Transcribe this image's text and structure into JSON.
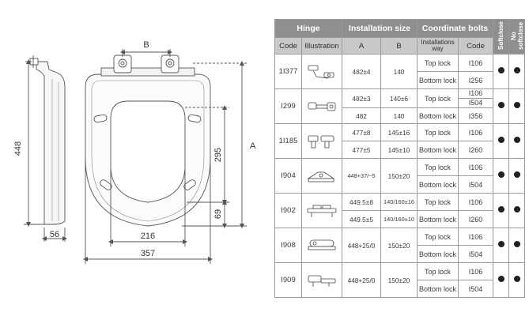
{
  "drawing": {
    "dim_b": "B",
    "dim_a": "A",
    "height_448": "448",
    "thickness_56": "56",
    "dim_295": "295",
    "dim_69": "69",
    "dim_216": "216",
    "dim_357": "357"
  },
  "table": {
    "header": {
      "hinge": "Hinge",
      "installation_size": "Installation size",
      "coordinate_bolts": "Coordinate bolts",
      "softclose": "Softclose",
      "no_softclose": "No softclose",
      "code": "Code",
      "illustration": "Illustration",
      "a": "A",
      "b": "B",
      "installations_way": "Installations way",
      "bolt_code": "Code"
    },
    "rows": [
      {
        "code": "1I377",
        "a1": "482±4",
        "a2": "",
        "b1": "140",
        "b2": "",
        "way1": "Top lock",
        "way2": "Bottom lock",
        "bcode1": "I106",
        "bcode2": "I256"
      },
      {
        "code": "I299",
        "a1": "482±3",
        "a2": "482",
        "b1": "140±6",
        "b2": "140",
        "way1": "Top lock",
        "way2": "Bottom lock",
        "bcode1": "I106",
        "bcode2a": "I504",
        "bcode2b": "I356"
      },
      {
        "code": "1I185",
        "a1": "477±8",
        "a2": "477±5",
        "b1": "145±16",
        "b2": "145±10",
        "way1": "Top lock",
        "way2": "Bottom lock",
        "bcode1": "I106",
        "bcode2": "I260"
      },
      {
        "code": "I904",
        "a1": "448+37/−5",
        "a2": "",
        "b1": "150±20",
        "b2": "",
        "way1": "Top lock",
        "way2": "Bottom lock",
        "bcode1": "I106",
        "bcode2": "I504"
      },
      {
        "code": "I902",
        "a1": "449.5±8",
        "a2": "449.5±5",
        "b1": "140/160±16",
        "b2": "140/160±10",
        "way1": "Top lock",
        "way2": "Bottom lock",
        "bcode1": "I106",
        "bcode2": "I260"
      },
      {
        "code": "I908",
        "a1": "448+25/0",
        "a2": "",
        "b1": "150±20",
        "b2": "",
        "way1": "Top lock",
        "way2": "Bottom lock",
        "bcode1": "I106",
        "bcode2": "I504"
      },
      {
        "code": "I909",
        "a1": "448+25/0",
        "a2": "",
        "b1": "150±20",
        "b2": "",
        "way1": "Top lock",
        "way2": "Bottom lock",
        "bcode1": "I106",
        "bcode2": "I504"
      }
    ]
  },
  "colors": {
    "header_dark": "#8f8f8f",
    "header_light": "#c8c8c8",
    "line": "#555555",
    "dot": "#222222"
  }
}
